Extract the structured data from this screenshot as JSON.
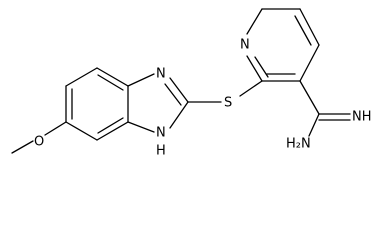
{
  "colors": {
    "background": "#ffffff",
    "bond": "#000000",
    "text": "#000000"
  },
  "labels": {
    "methoxy_oxygen": "O",
    "imidazole_nitrogen": "N",
    "imidazole_nh": "N",
    "imidazole_nh_hydrogen": "H",
    "sulfur": "S",
    "pyridine_nitrogen": "N",
    "imine_nh": "NH",
    "amine_nh2": "H₂N"
  }
}
